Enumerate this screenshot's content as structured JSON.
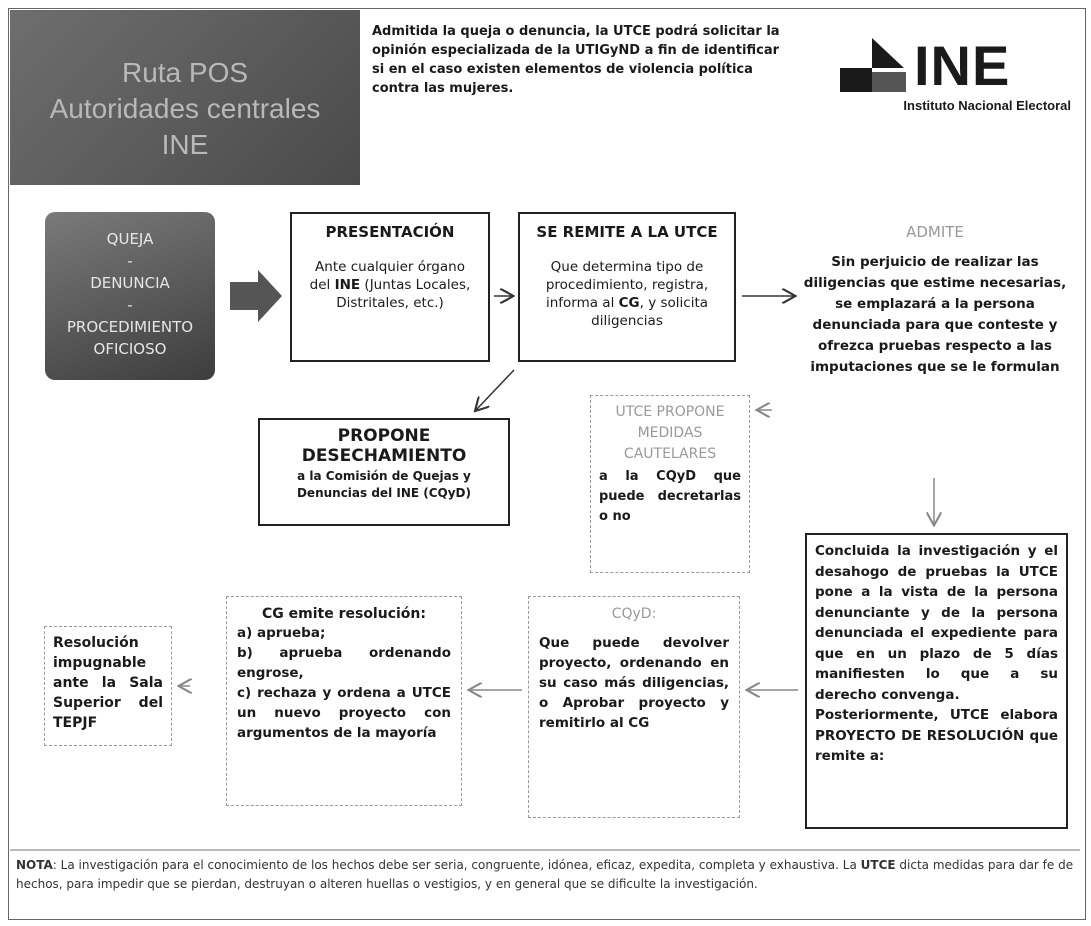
{
  "title": {
    "line1": "Ruta POS",
    "line2": "Autoridades centrales",
    "line3": "INE"
  },
  "intro": {
    "a": "Admitida la queja o denuncia, la ",
    "b": "UTCE",
    "c": " podrá solicitar la opinión especializada de la ",
    "d": "UTIGyND",
    "e": " a fin de identificar si en el caso existen elementos de violencia política contra las mujeres."
  },
  "logo": {
    "mark": "INE",
    "name": "Instituto Nacional Electoral"
  },
  "queja": {
    "l1": "QUEJA",
    "s1": "-",
    "l2": "DENUNCIA",
    "s2": "-",
    "l3": "PROCEDIMIENTO",
    "l4": "OFICIOSO"
  },
  "presentacion": {
    "title": "PRESENTACIÓN",
    "a": "Ante cualquier órgano del ",
    "b": "INE",
    "c": " (Juntas Locales, Distritales, etc.)"
  },
  "remite": {
    "title": "SE REMITE A LA UTCE",
    "a": "Que determina tipo de procedimiento, registra, informa al ",
    "b": "CG",
    "c": ", y solicita diligencias"
  },
  "admite": {
    "title": "ADMITE",
    "text": "Sin perjuicio de realizar las diligencias que estime necesarias, se emplazará a la persona denunciada para que conteste y ofrezca pruebas respecto a las imputaciones que se le formulan"
  },
  "desechamiento": {
    "t1": "PROPONE",
    "t2": "DESECHAMIENTO",
    "s": "a la Comisión de Quejas y Denuncias del INE (CQyD)"
  },
  "medidas": {
    "t": "UTCE PROPONE MEDIDAS CAUTELARES",
    "a": "a la ",
    "b": "CQyD",
    "c": " que puede decretarlas o no"
  },
  "concluida": {
    "a": "Concluida la investigación y el desahogo de pruebas la ",
    "b": "UTCE",
    "c": " pone a la vista de la persona denunciante y de la persona denunciada el expediente para que en un plazo de 5 días manifiesten lo que a su derecho convenga.",
    "d": "Posteriormente, ",
    "e": "UTCE",
    "f": " elabora PROYECTO DE ",
    "g": "RESOLUCIÓN",
    "h": " que remite a:"
  },
  "cqyd": {
    "title": "CQyD:",
    "a": "Que puede devolver proyecto, ordenando en su caso más diligencias, o Aprobar proyecto y remitirlo al ",
    "b": "CG"
  },
  "cg": {
    "title": "CG emite resolución:",
    "i1": "a) aprueba;",
    "i2": "b) aprueba ordenando engrose,",
    "i3a": "c) rechaza y ordena a ",
    "i3b": "UTCE",
    "i3c": " un nuevo proyecto con argumentos de la mayoría"
  },
  "resolucion": {
    "a": "Resolución impugnable ante la ",
    "b": "Sala Superior",
    "c": " del ",
    "d": "TEPJF"
  },
  "nota": {
    "label": "NOTA",
    "a": ": La investigación para el conocimiento de los hechos debe ser seria, congruente, idónea, eficaz, expedita, completa y exhaustiva. La ",
    "b": "UTCE",
    "c": " dicta medidas para dar fe de hechos, para impedir que se pierdan, destruyan o alteren huellas o vestigios, y en general que se dificulte la investigación."
  }
}
